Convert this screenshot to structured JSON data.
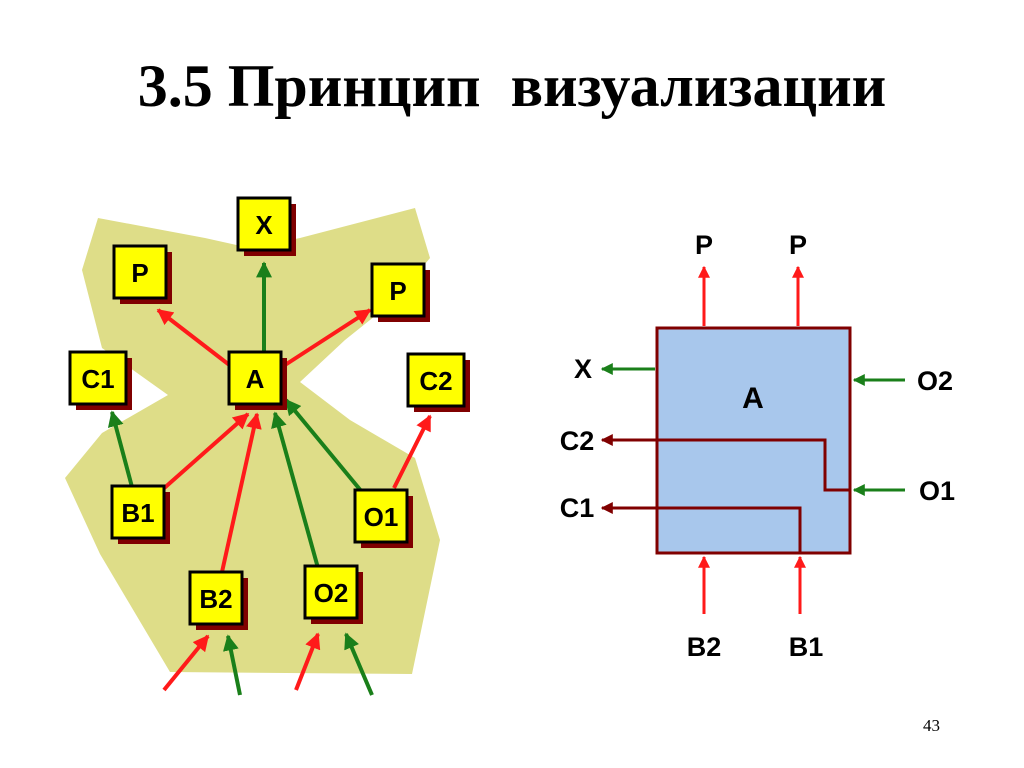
{
  "title": "3.5 Принцип  визуализации",
  "page_number": "43",
  "colors": {
    "region": "#dedd88",
    "node_fill": "#ffff00",
    "node_shadow": "#800000",
    "node_border": "#000000",
    "block_fill": "#a8c7ec",
    "block_border": "#800000",
    "red": "#ff1a1a",
    "green": "#1a7f1a",
    "dark_red": "#800000"
  },
  "graph": {
    "nodes": {
      "x": "X",
      "p_left": "P",
      "p_right": "P",
      "c1": "C1",
      "a": "A",
      "c2": "C2",
      "b1": "B1",
      "o1": "O1",
      "b2": "B2",
      "o2": "O2"
    }
  },
  "block": {
    "label": "A",
    "ports": {
      "p_top_left": "P",
      "p_top_right": "P",
      "x": "X",
      "c2": "C2",
      "c1": "C1",
      "o2": "O2",
      "o1": "O1",
      "b2": "B2",
      "b1": "B1"
    }
  }
}
